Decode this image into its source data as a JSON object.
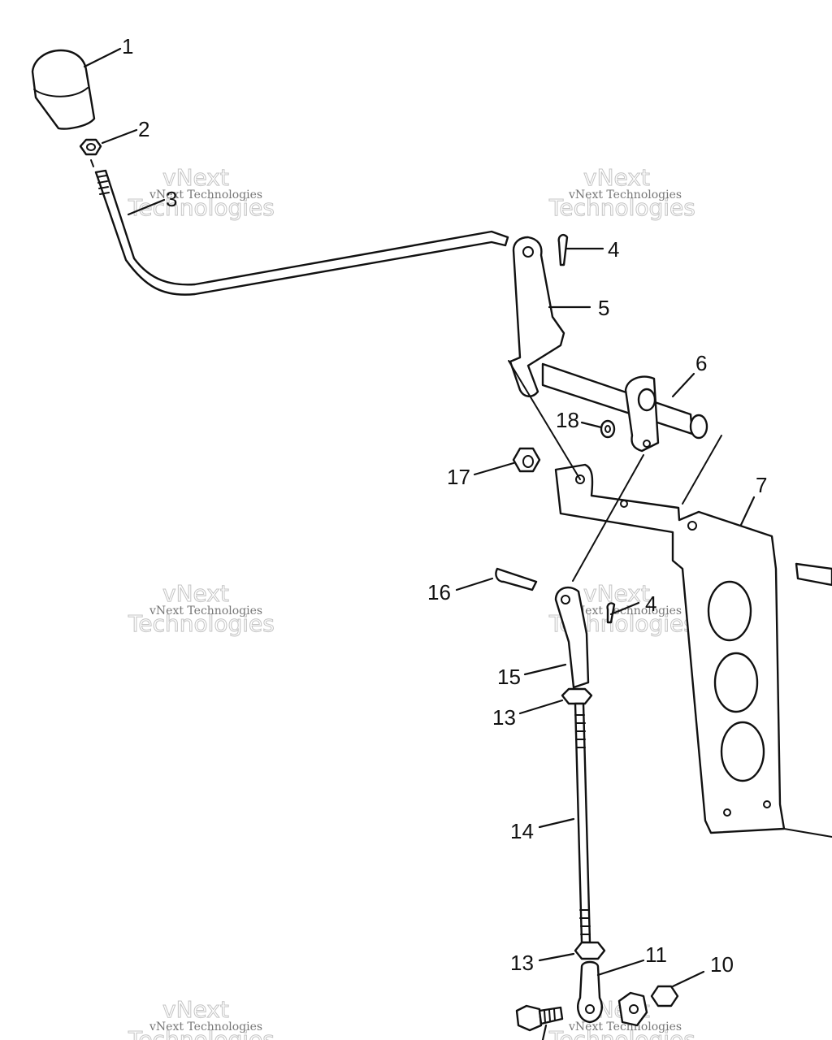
{
  "callouts": [
    {
      "id": "c1",
      "label": "1"
    },
    {
      "id": "c2",
      "label": "2"
    },
    {
      "id": "c3",
      "label": "3"
    },
    {
      "id": "c4a",
      "label": "4"
    },
    {
      "id": "c5",
      "label": "5"
    },
    {
      "id": "c6",
      "label": "6"
    },
    {
      "id": "c7",
      "label": "7"
    },
    {
      "id": "c18",
      "label": "18"
    },
    {
      "id": "c17",
      "label": "17"
    },
    {
      "id": "c16",
      "label": "16"
    },
    {
      "id": "c4b",
      "label": "4"
    },
    {
      "id": "c15",
      "label": "15"
    },
    {
      "id": "c13a",
      "label": "13"
    },
    {
      "id": "c14",
      "label": "14"
    },
    {
      "id": "c13b",
      "label": "13"
    },
    {
      "id": "c11",
      "label": "11"
    },
    {
      "id": "c10",
      "label": "10"
    }
  ],
  "watermark": {
    "line1": "vNext",
    "line2": "Technologies",
    "small": "vNext Technologies"
  }
}
